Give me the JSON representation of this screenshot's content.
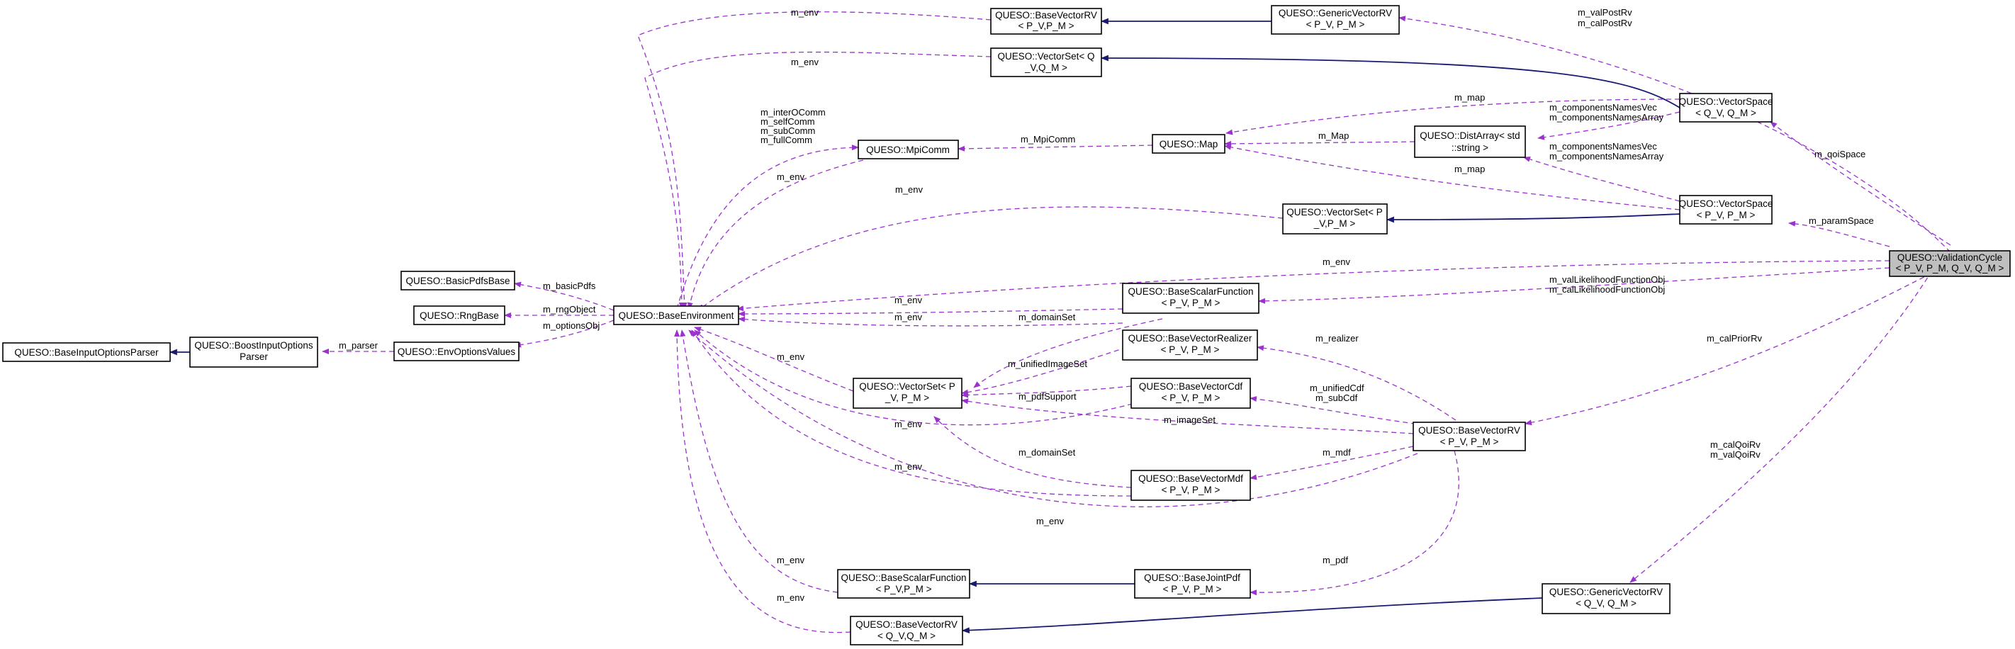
{
  "nodes": {
    "validation_cycle": [
      "QUESO::ValidationCycle",
      "< P_V, P_M, Q_V, Q_M >"
    ],
    "base_vector_rv_env": [
      "QUESO::BaseVectorRV",
      "< P_V,P_M >"
    ],
    "generic_vector_rv_top": [
      "QUESO::GenericVectorRV",
      "< P_V, P_M >"
    ],
    "vector_set_q": [
      "QUESO::VectorSet< Q",
      "_V,Q_M >"
    ],
    "vector_space_q": [
      "QUESO::VectorSpace",
      "< Q_V, Q_M >"
    ],
    "mpi_comm": [
      "QUESO::MpiComm"
    ],
    "map": [
      "QUESO::Map"
    ],
    "dist_array": [
      "QUESO::DistArray< std",
      "::string >"
    ],
    "vector_space_p": [
      "QUESO::VectorSpace",
      "< P_V, P_M >"
    ],
    "vector_set_p_top": [
      "QUESO::VectorSet< P",
      "_V,P_M >"
    ],
    "basic_pdfs_base": [
      "QUESO::BasicPdfsBase"
    ],
    "rng_base": [
      "QUESO::RngBase"
    ],
    "base_environment": [
      "QUESO::BaseEnvironment"
    ],
    "base_scalar_function_p": [
      "QUESO::BaseScalarFunction",
      "< P_V, P_M >"
    ],
    "base_input_options_parser": [
      "QUESO::BaseInputOptionsParser"
    ],
    "boost_input_options_parser": [
      "QUESO::BoostInputOptions",
      "Parser"
    ],
    "env_options_values": [
      "QUESO::EnvOptionsValues"
    ],
    "base_vector_realizer": [
      "QUESO::BaseVectorRealizer",
      "< P_V, P_M >"
    ],
    "vector_set_p_mid": [
      "QUESO::VectorSet< P",
      "_V, P_M >"
    ],
    "base_vector_cdf": [
      "QUESO::BaseVectorCdf",
      "< P_V, P_M >"
    ],
    "base_vector_rv_mid": [
      "QUESO::BaseVectorRV",
      "< P_V, P_M >"
    ],
    "base_vector_mdf": [
      "QUESO::BaseVectorMdf",
      "< P_V, P_M >"
    ],
    "base_scalar_function_pm": [
      "QUESO::BaseScalarFunction",
      "< P_V,P_M >"
    ],
    "base_joint_pdf": [
      "QUESO::BaseJointPdf",
      "< P_V, P_M >"
    ],
    "generic_vector_rv_q": [
      "QUESO::GenericVectorRV",
      "< Q_V, Q_M >"
    ],
    "base_vector_rv_q": [
      "QUESO::BaseVectorRV",
      "< Q_V,Q_M >"
    ]
  },
  "edge_labels": {
    "env_bvrv_top": [
      "m_env"
    ],
    "val_post_rv": [
      "m_valPostRv",
      "m_calPostRv"
    ],
    "env_vset_q": [
      "m_env"
    ],
    "map_vspace_q": [
      "m_map"
    ],
    "comp_names_q": [
      "m_componentsNamesVec",
      "m_componentsNamesArray"
    ],
    "comm_list": [
      "m_interOComm",
      "m_selfComm",
      "m_subComm",
      "m_fullComm"
    ],
    "mpi_comm_edge": [
      "m_MpiComm"
    ],
    "map_dist": [
      "m_Map"
    ],
    "qoi_space": [
      "m_qoiSpace"
    ],
    "env_mpicomm": [
      "m_env"
    ],
    "comp_names_p": [
      "m_componentsNamesVec",
      "m_componentsNamesArray"
    ],
    "map_vspace_p": [
      "m_map"
    ],
    "env_vset_top": [
      "m_env"
    ],
    "param_space": [
      "m_paramSpace"
    ],
    "basic_pdfs": [
      "m_basicPdfs"
    ],
    "env_cycle": [
      "m_env"
    ],
    "likelihood": [
      "m_valLikelihoodFunctionObj",
      "m_calLikelihoodFunctionObj"
    ],
    "rng_object": [
      "m_rngObject"
    ],
    "options_obj": [
      "m_optionsObj"
    ],
    "env_bsf": [
      "m_env"
    ],
    "parser": [
      "m_parser"
    ],
    "domain_set_bsf": [
      "m_domainSet"
    ],
    "env_realizer": [
      "m_env"
    ],
    "realizer": [
      "m_realizer"
    ],
    "cal_prior_rv": [
      "m_calPriorRv"
    ],
    "env_vset_mid": [
      "m_env"
    ],
    "unified_image_set": [
      "m_unifiedImageSet"
    ],
    "pdf_support": [
      "m_pdfSupport"
    ],
    "unified_cdf": [
      "m_unifiedCdf",
      "m_subCdf"
    ],
    "image_set": [
      "m_imageSet"
    ],
    "env_cdf": [
      "m_env"
    ],
    "cal_qoi_rv": [
      "m_calQoiRv",
      "m_valQoiRv"
    ],
    "domain_set_mdf": [
      "m_domainSet"
    ],
    "mdf": [
      "m_mdf"
    ],
    "env_mdf": [
      "m_env"
    ],
    "env_bvrv_mid": [
      "m_env"
    ],
    "pdf": [
      "m_pdf"
    ],
    "env_bsf_pm": [
      "m_env"
    ],
    "env_bvrv_q": [
      "m_env"
    ]
  }
}
